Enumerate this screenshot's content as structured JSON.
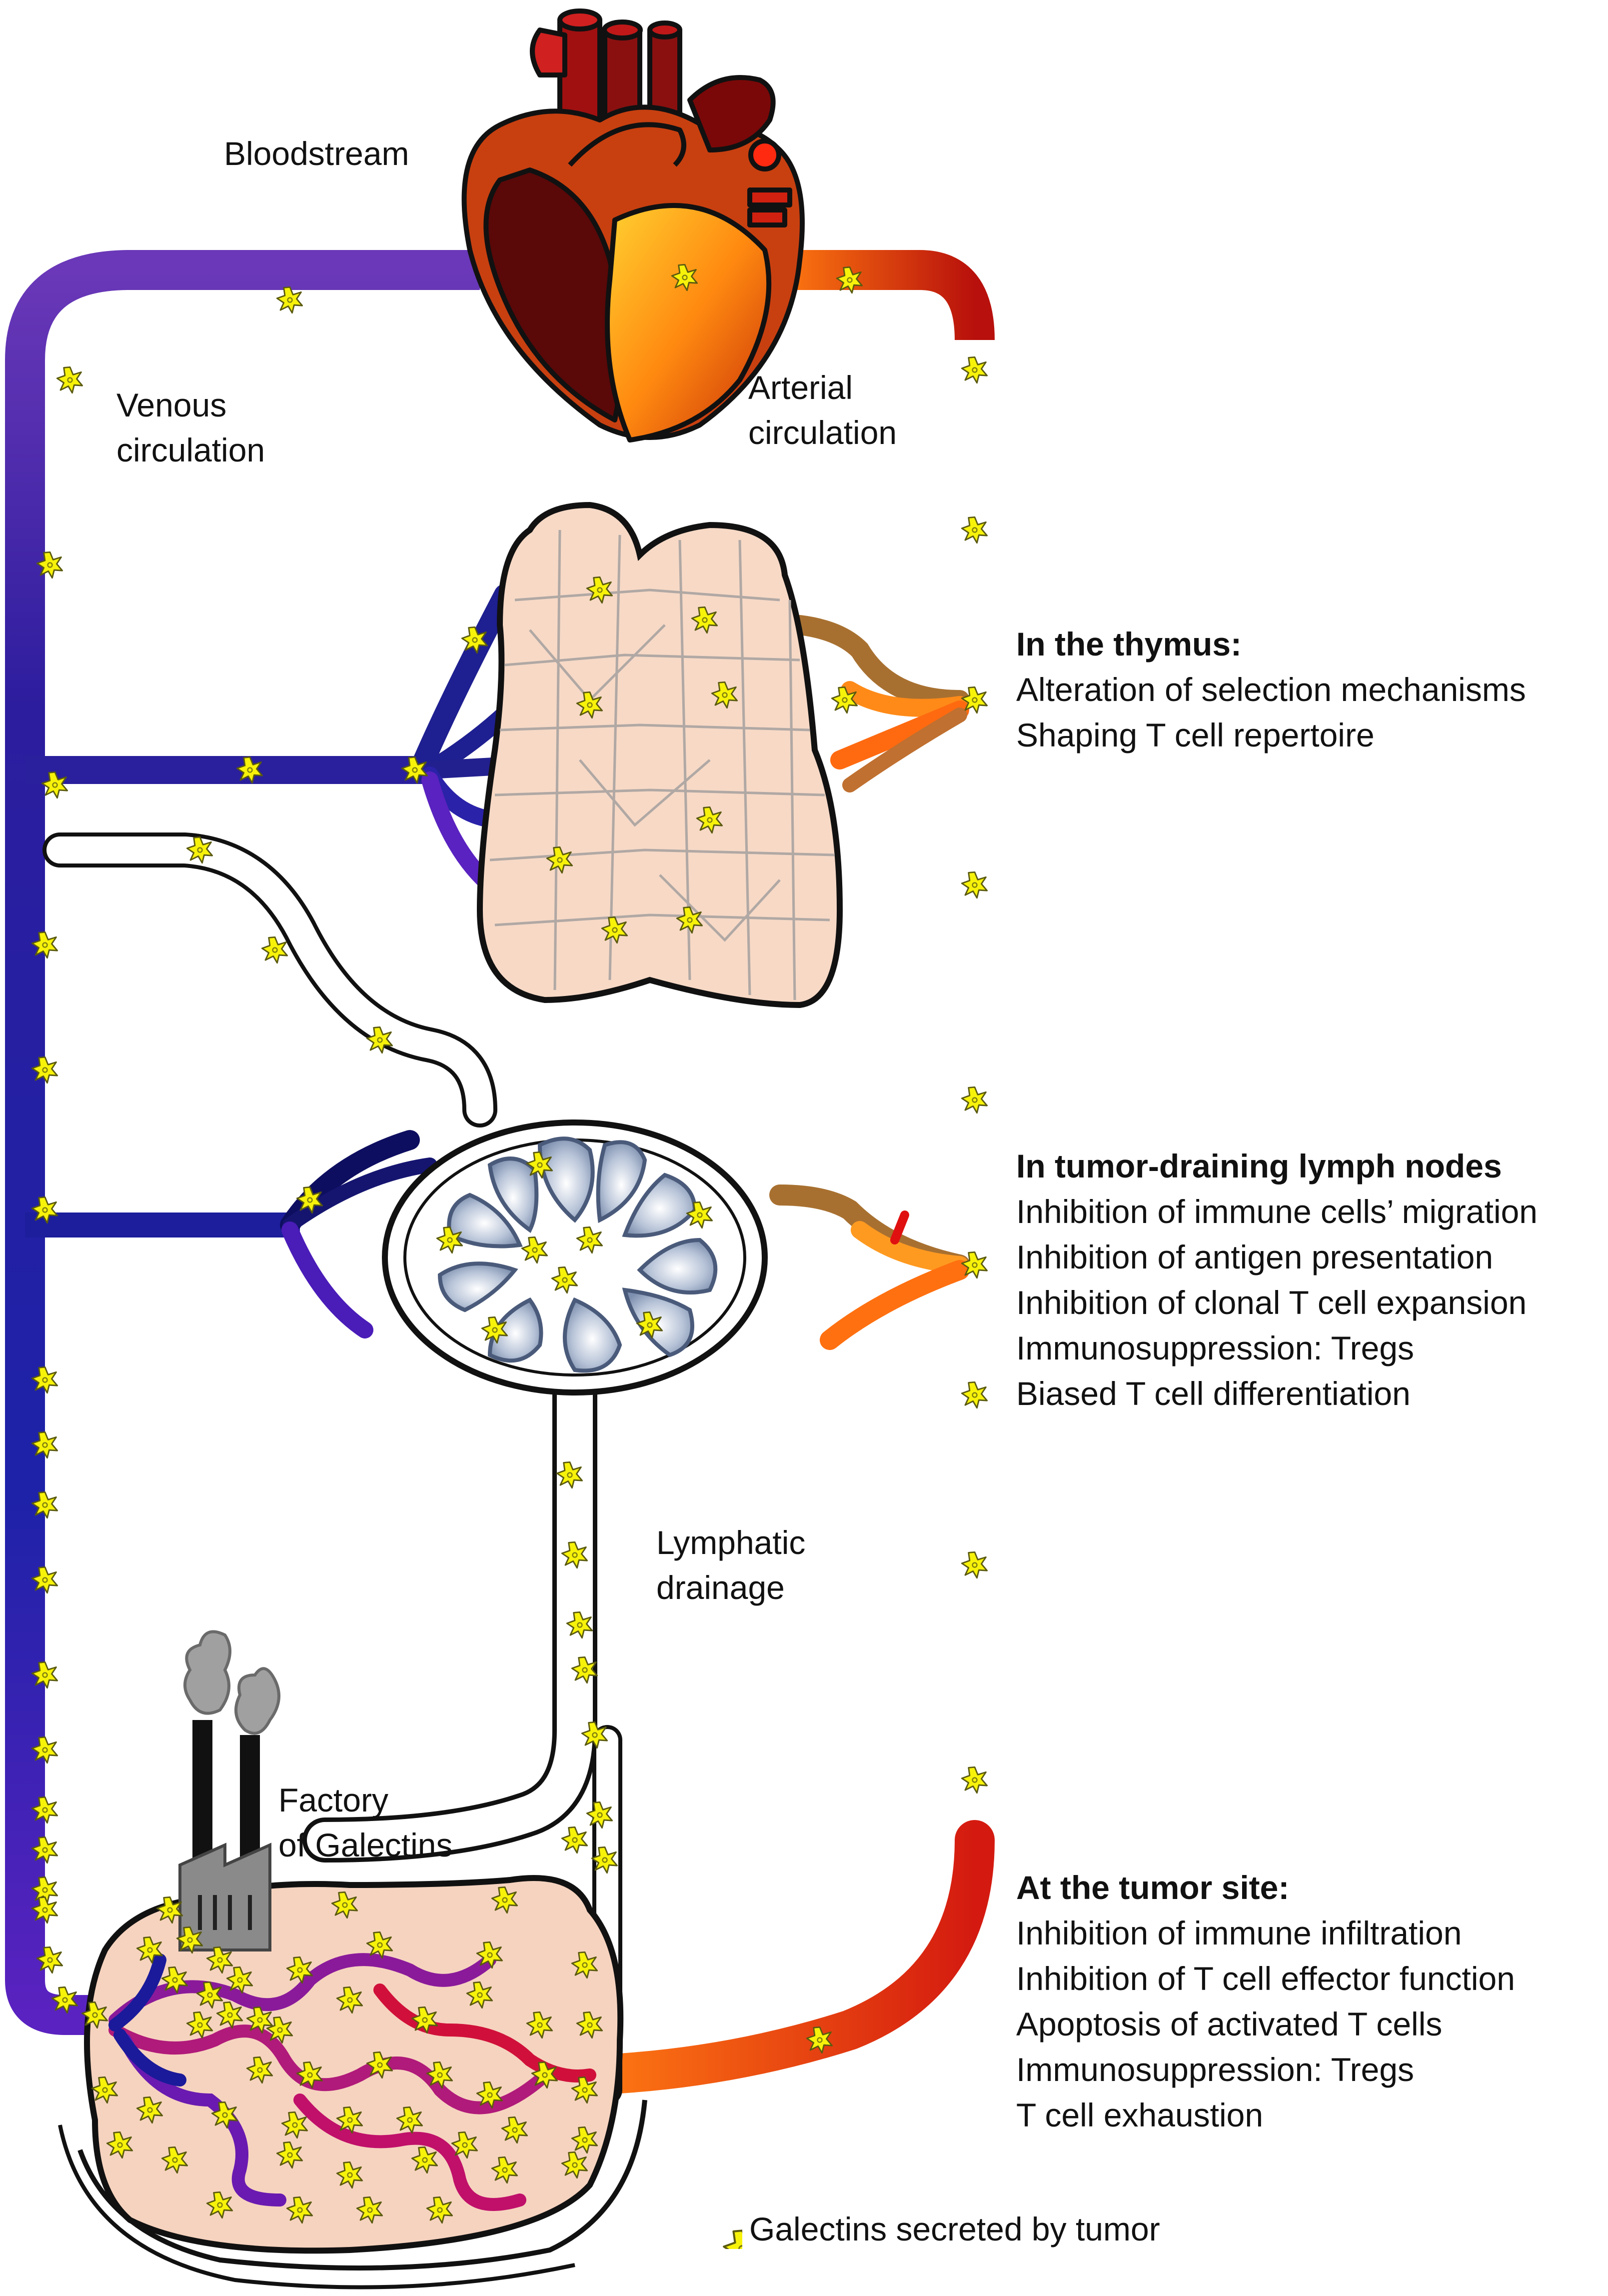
{
  "labels": {
    "bloodstream": "Bloodstream",
    "venous": [
      "Venous",
      "circulation"
    ],
    "arterial": [
      "Arterial",
      "circulation"
    ],
    "lymphatic": [
      "Lymphatic",
      "drainage"
    ],
    "factory": [
      "Factory",
      "of Galectins"
    ]
  },
  "sections": [
    {
      "heading": "In the thymus:",
      "items": [
        "Alteration of selection mechanisms",
        "Shaping T cell repertoire"
      ]
    },
    {
      "heading": "In tumor-draining lymph nodes",
      "items": [
        "Inhibition of immune cells’ migration",
        "Inhibition of antigen presentation",
        "Inhibition of  clonal T cell expansion",
        "Immunosuppression: Tregs",
        "Biased T cell differentiation"
      ]
    },
    {
      "heading": "At the tumor site:",
      "items": [
        "Inhibition of immune infiltration",
        "Inhibition of T cell effector function",
        "Apoptosis of activated T cells",
        "Immunosuppression: Tregs",
        "T cell exhaustion"
      ]
    }
  ],
  "legend": {
    "label": "Galectins secreted by tumor",
    "icon": "galectin-star-icon"
  },
  "colors": {
    "venous": "#2a1a9a",
    "arterial": "#c8160c",
    "galectin": "#f7f20a",
    "tissue": "#f6d6c2",
    "node_follicle": "#a9b8d0"
  }
}
